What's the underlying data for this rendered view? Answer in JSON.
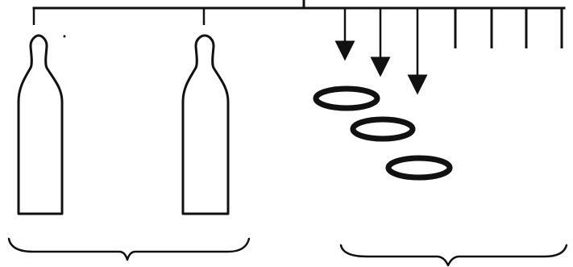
{
  "diagram": {
    "colors": {
      "background": "#ffffff",
      "stroke": "#111111"
    },
    "elements": {
      "bottle_count": 2,
      "ring_count": 3,
      "arrow_count": 3,
      "plain_line_count": 4
    }
  }
}
